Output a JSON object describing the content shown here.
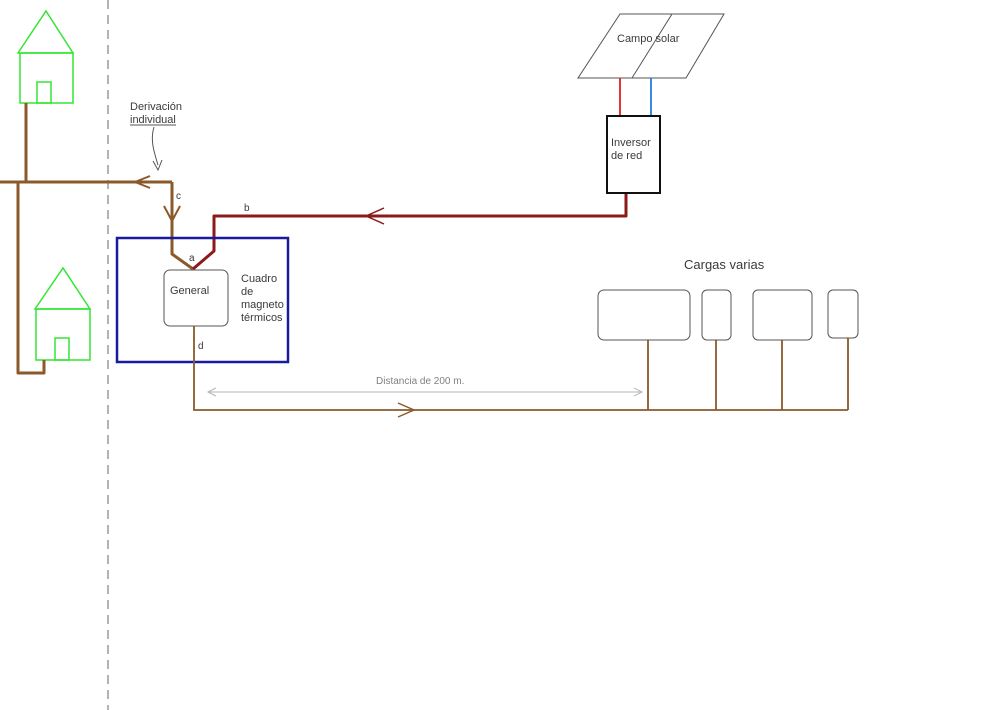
{
  "labels": {
    "derivacion_line1": "Derivación",
    "derivacion_line2": "individual",
    "c": "c",
    "b": "b",
    "a": "a",
    "d": "d",
    "general": "General",
    "cuadro_line1": "Cuadro",
    "cuadro_line2": "de",
    "cuadro_line3": "magneto",
    "cuadro_line4": "térmicos",
    "campo_solar": "Campo solar",
    "inversor_line1": "Inversor",
    "inversor_line2": "de red",
    "cargas_varias": "Cargas varias",
    "distancia": "Distancia de 200 m."
  },
  "colors": {
    "house": "#33e633",
    "main_wire": "#8b5a2b",
    "inverter_wire": "#8b1a1a",
    "cuadro_border": "#1a1aa0",
    "solar_positive": "#e02020",
    "solar_negative": "#2080e0",
    "dashed_boundary": "#9a9a9a",
    "dimension_line": "#b5b5b5"
  }
}
